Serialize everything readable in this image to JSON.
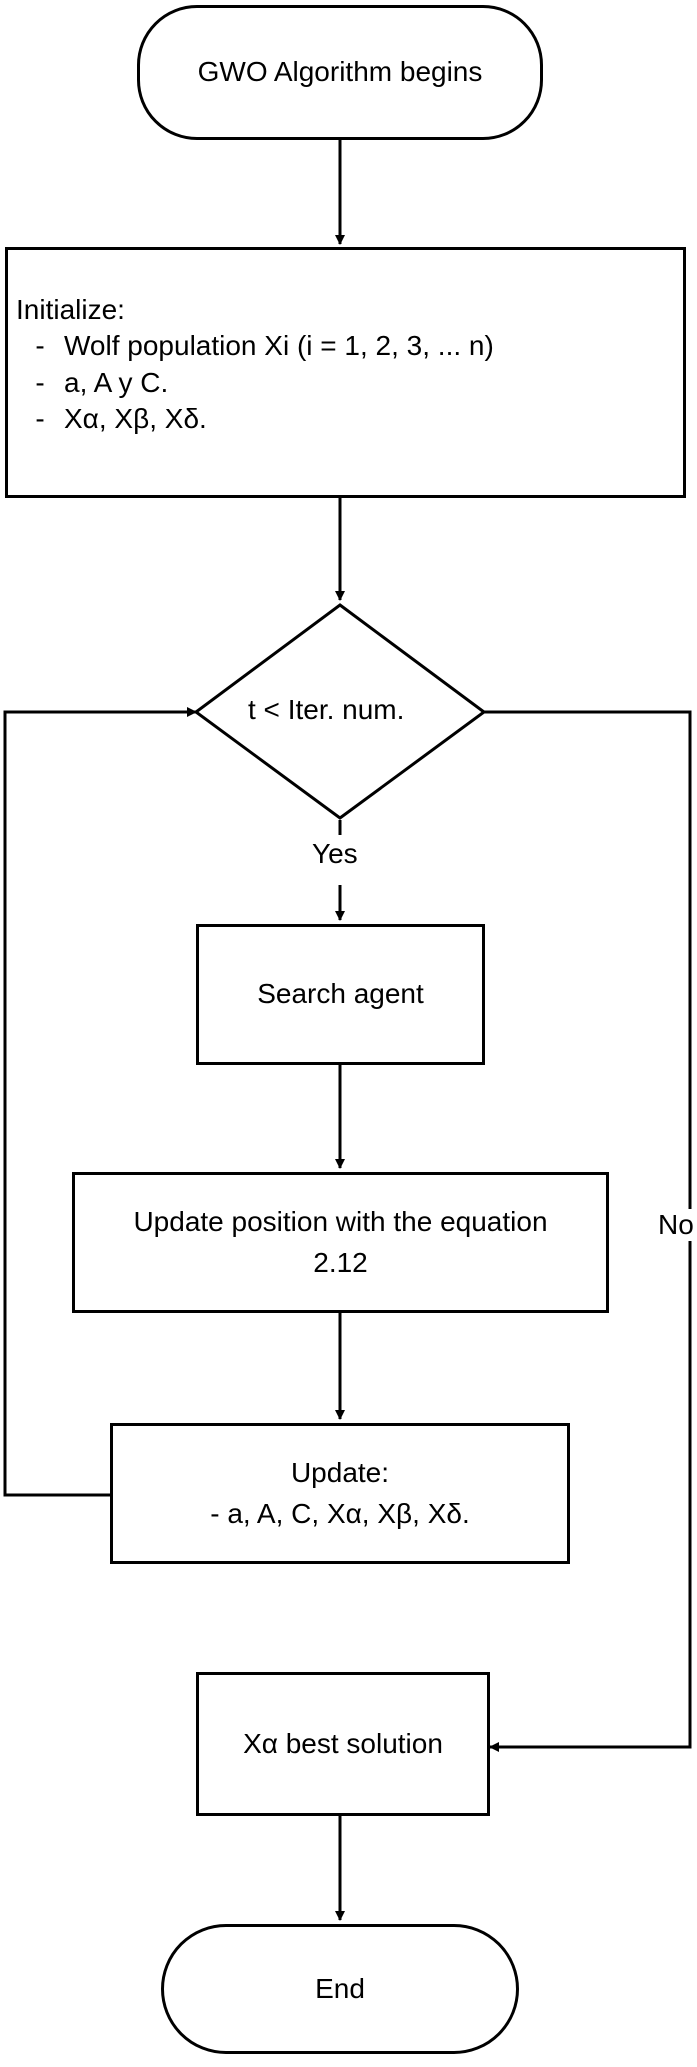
{
  "flowchart": {
    "start": "GWO Algorithm begins",
    "init": {
      "title": "Initialize:",
      "items": [
        {
          "bullet": "-",
          "text": "Wolf population Xi (i = 1, 2, 3, ... n)"
        },
        {
          "bullet": "-",
          "text": "a, A y C."
        },
        {
          "bullet": "-",
          "text": "Xα, Xβ, Xδ."
        }
      ]
    },
    "decision": "t < Iter. num.",
    "yes_label": "Yes",
    "no_label": "No",
    "search": "Search agent",
    "update_position": {
      "line1": "Update position with the equation",
      "line2": "2.12"
    },
    "update": {
      "line1": "Update:",
      "line2": "- a, A, C, Xα, Xβ, Xδ."
    },
    "best": "Xα best solution",
    "end": "End"
  }
}
